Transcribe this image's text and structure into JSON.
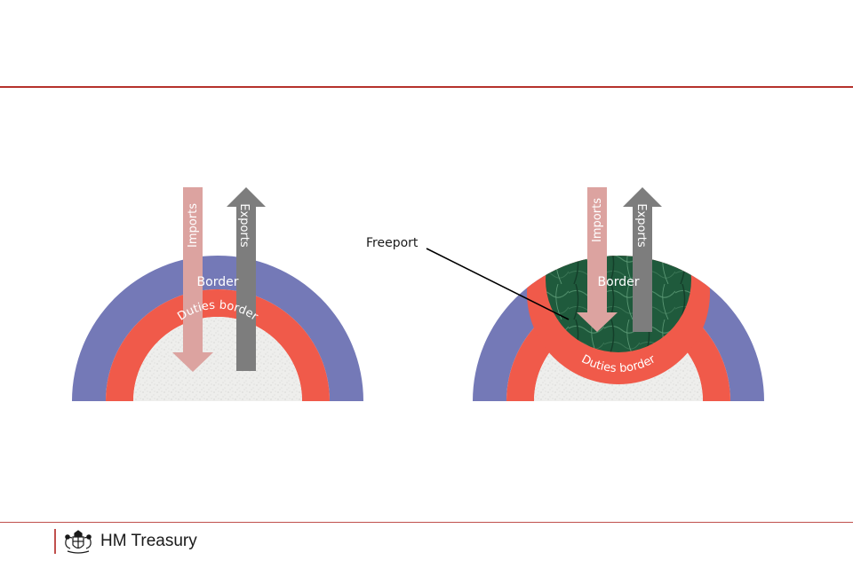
{
  "diagram": {
    "left": {
      "imports_label": "Imports",
      "exports_label": "Exports",
      "border_label": "Border",
      "duties_label": "Duties border"
    },
    "right": {
      "imports_label": "Imports",
      "exports_label": "Exports",
      "border_label": "Border",
      "duties_label": "Duties border",
      "freeport_label": "Freeport"
    },
    "colors": {
      "border": "#7479b7",
      "duties_border": "#f05a4a",
      "imports_arrow": "#dca3a0",
      "exports_arrow": "#7d7d7d",
      "freeport_zone": "#1f5a3c",
      "interior": "#eeeeec",
      "rule": "#b5312c"
    }
  },
  "footer": {
    "org_name": "HM Treasury",
    "logo_icon": "royal-coat-of-arms-icon"
  }
}
